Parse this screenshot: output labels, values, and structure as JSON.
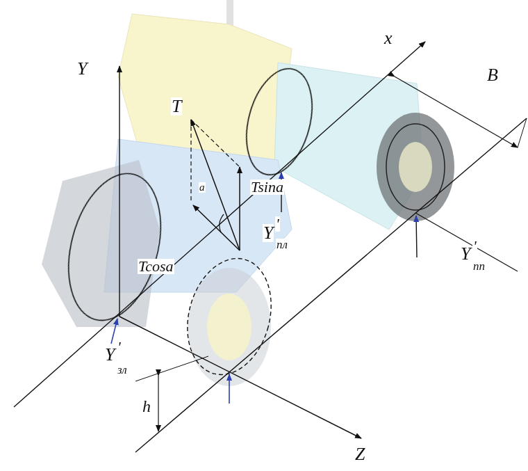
{
  "diagram": {
    "labels": [
      "x",
      "B",
      "Y",
      "T",
      "a",
      "Y",
      "'",
      "пл",
      "Tsina",
      "Tcosa",
      "Y",
      "'",
      "зл",
      "Y",
      "'",
      "пп",
      "h",
      "Z"
    ]
  }
}
